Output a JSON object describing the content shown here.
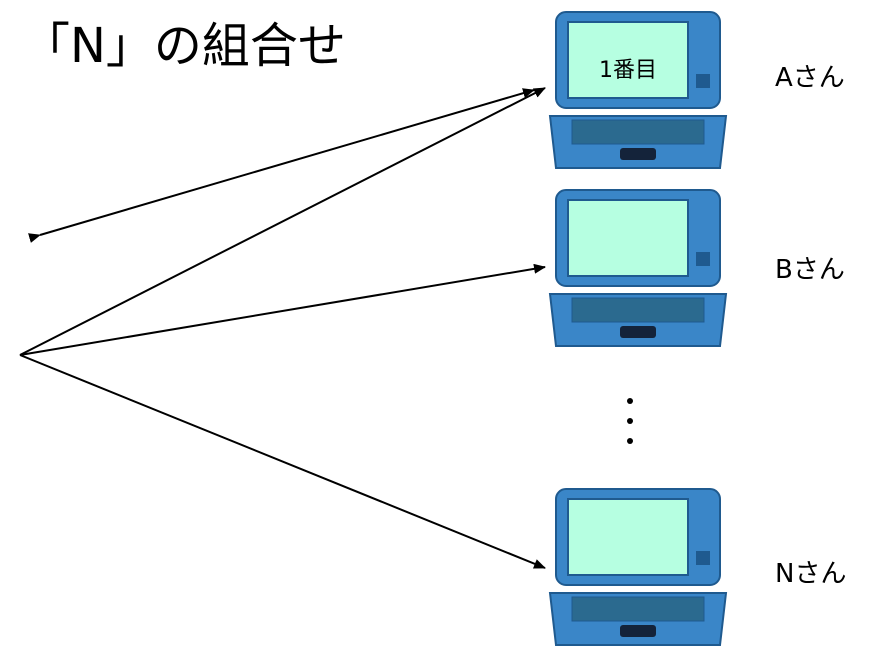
{
  "title": "「N」の組合せ",
  "first_screen_label": "1番目",
  "users": [
    "Aさん",
    "Bさん",
    "Nさん"
  ],
  "ellipsis_icon": "vertical-ellipsis",
  "colors": {
    "laptop_body": "#3a86c8",
    "laptop_dark": "#1f5a8f",
    "screen": "#b6ffe1",
    "arrow": "#000000"
  }
}
